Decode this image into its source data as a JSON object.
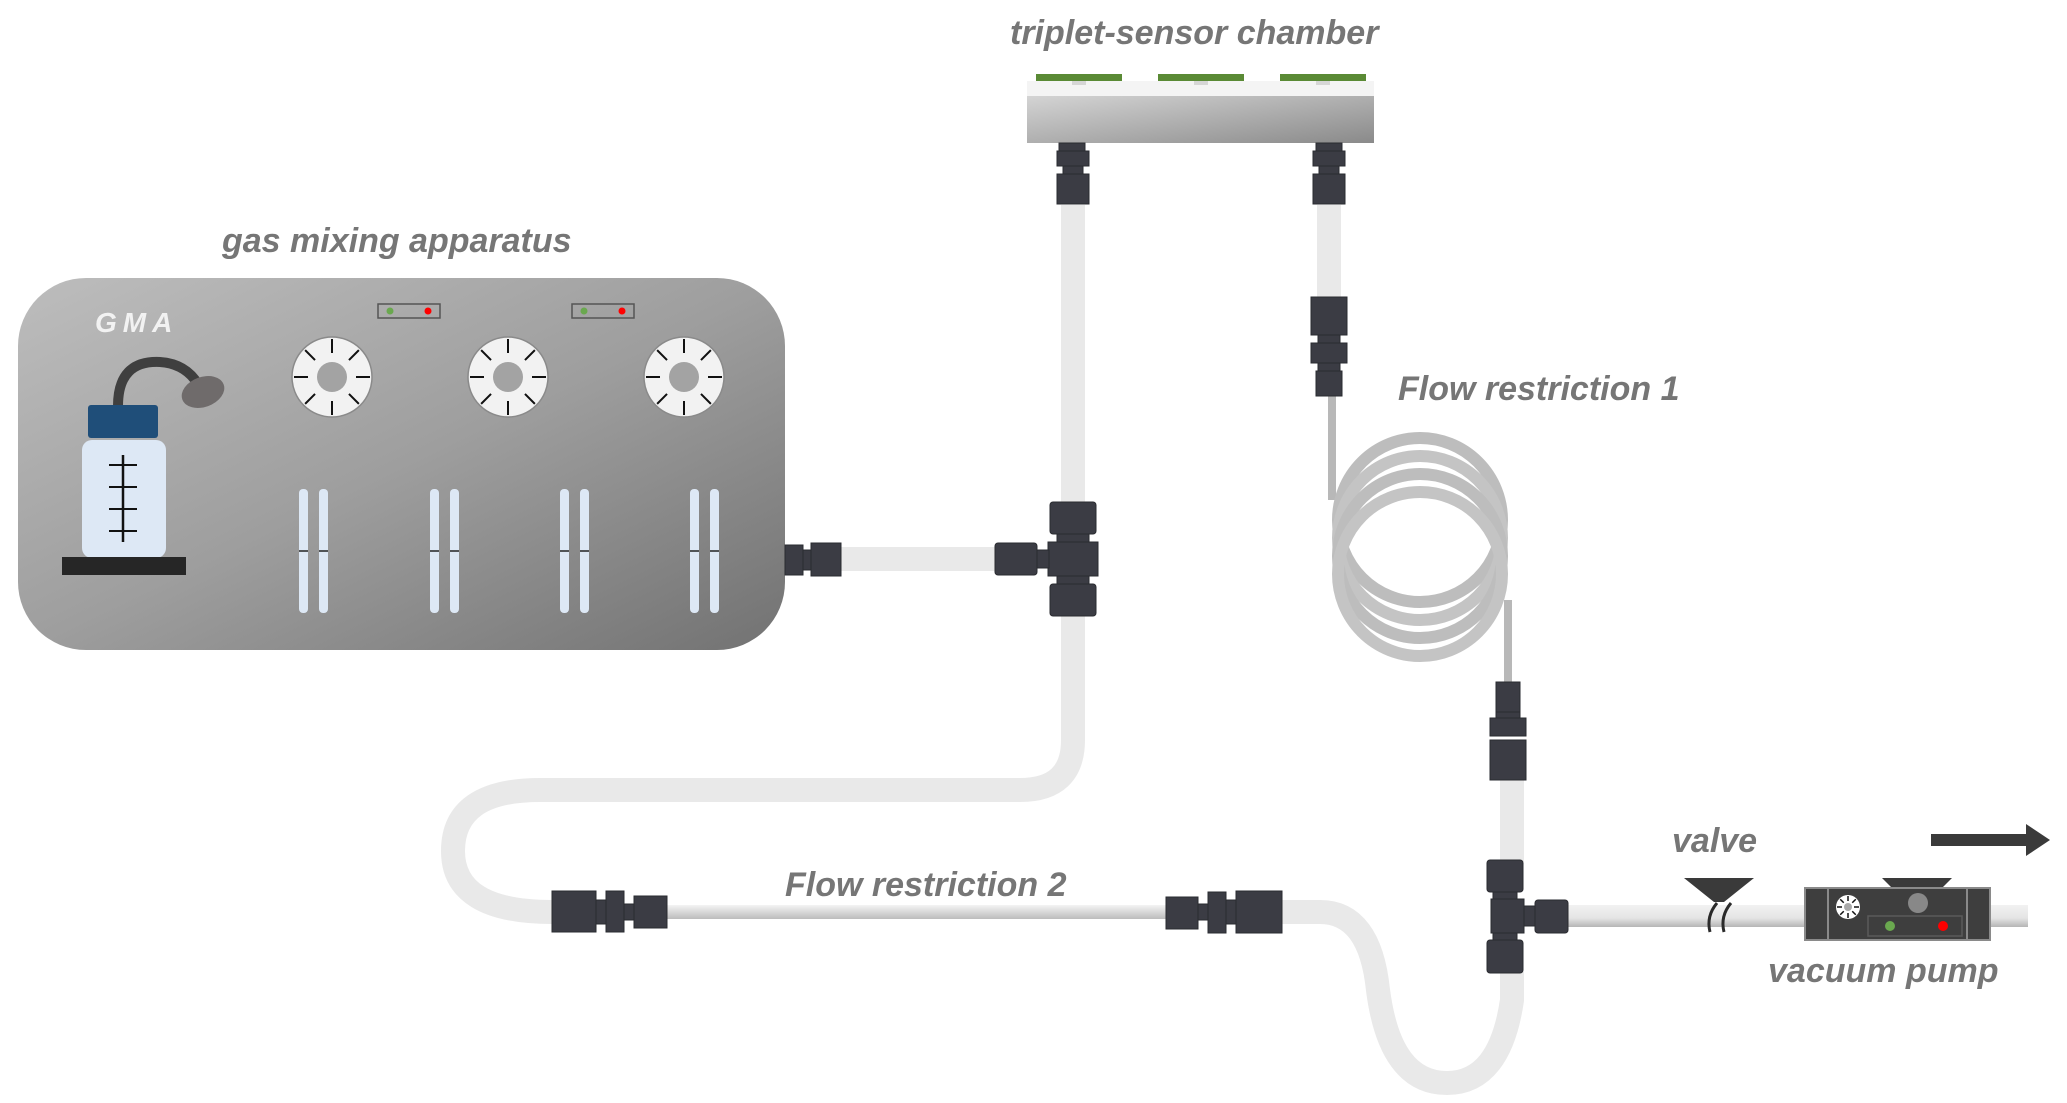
{
  "labels": {
    "chamber": "triplet-sensor chamber",
    "gma_title": "gas mixing apparatus",
    "gma_badge": "GMA",
    "flow1": "Flow restriction 1",
    "flow2": "Flow restriction 2",
    "valve": "valve",
    "pump": "vacuum pump"
  },
  "components": {
    "knobs": 3,
    "indicator_panels": 2,
    "slider_pairs": 4,
    "chamber_sensors": 3,
    "coil_loops": 4
  },
  "colors": {
    "sensor": "#5a8a35",
    "led_green": "#6aa84f",
    "led_red": "#ff0000",
    "bottle_cap": "#1f4e79",
    "bottle_body": "#dde8f5",
    "fitting": "#3b3c44",
    "tube": "#e8e8e8",
    "label": "#767676",
    "arrow": "#3a3a3a"
  },
  "flow_direction": "right"
}
